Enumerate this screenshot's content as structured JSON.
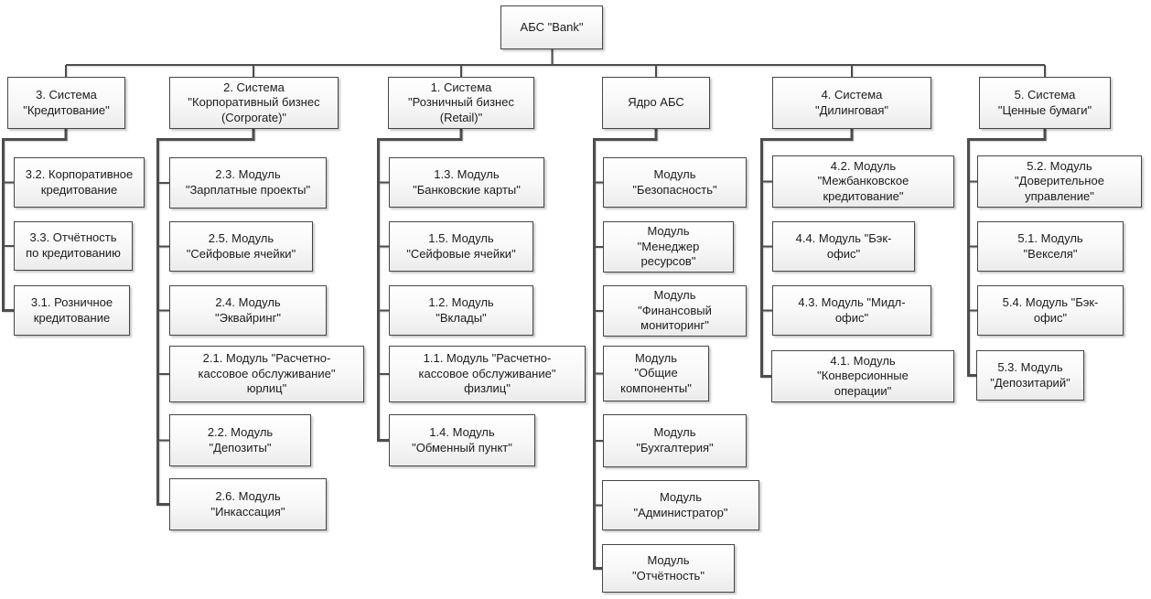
{
  "diagram": {
    "root": {
      "label": "АБС \"Bank\""
    },
    "systems": [
      {
        "label": "3. Система\n\"Кредитование\"",
        "modules": [
          "3.2. Корпоративное\nкредитование",
          "3.3. Отчётность\nпо кредитованию",
          "3.1. Розничное\nкредитование"
        ]
      },
      {
        "label": "2. Система\n\"Корпоративный бизнес\n(Corporate)\"",
        "modules": [
          "2.3. Модуль\n\"Зарплатные проекты\"",
          "2.5.  Модуль\n\"Сейфовые ячейки\"",
          "2.4. Модуль\n\"Эквайринг\"",
          "2.1. Модуль \"Расчетно-\nкассовое обслуживание\"\nюрлиц\"",
          "2.2. Модуль\n\"Депозиты\"",
          "2.6. Модуль\n\"Инкассация\""
        ]
      },
      {
        "label": "1. Система\n\"Розничный бизнес\n(Retail)\"",
        "modules": [
          "1.3. Модуль\n\"Банковские карты\"",
          "1.5.  Модуль\n\"Сейфовые ячейки\"",
          "1.2. Модуль\n\"Вклады\"",
          "1.1. Модуль \"Расчетно-\nкассовое обслуживание\"\nфизлиц\"",
          "1.4. Модуль\n\"Обменный пункт\""
        ]
      },
      {
        "label": "Ядро АБС",
        "modules": [
          "Модуль\n\"Безопасность\"",
          "Модуль\n\"Менеджер\nресурсов\"",
          "Модуль\n\"Финансовый\nмониторинг\"",
          "Модуль\n\"Общие\nкомпоненты\"",
          "Модуль\n\"Бухгалтерия\"",
          "Модуль\n\"Администратор\"",
          "Модуль\n\"Отчётность\""
        ]
      },
      {
        "label": "4. Система\n\"Дилинговая\"",
        "modules": [
          "4.2. Модуль\n\"Межбанковское\nкредитование\"",
          "4.4. Модуль \"Бэк-\nофис\"",
          "4.3. Модуль \"Мидл-\nофис\"",
          "4.1. Модуль\n\"Конверсионные\nоперации\""
        ]
      },
      {
        "label": "5. Система\n\"Ценные бумаги\"",
        "modules": [
          "5.2. Модуль\n\"Доверительное\nуправление\"",
          "5.1. Модуль\n\"Векселя\"",
          "5.4. Модуль \"Бэк-\nофис\"",
          "5.3. Модуль\n\"Депозитарий\""
        ]
      }
    ],
    "colors": {
      "line": "#4d4d4d",
      "box_border": "#464646",
      "box_fill_top": "#ffffff",
      "box_fill_bottom": "#ebebeb"
    }
  }
}
